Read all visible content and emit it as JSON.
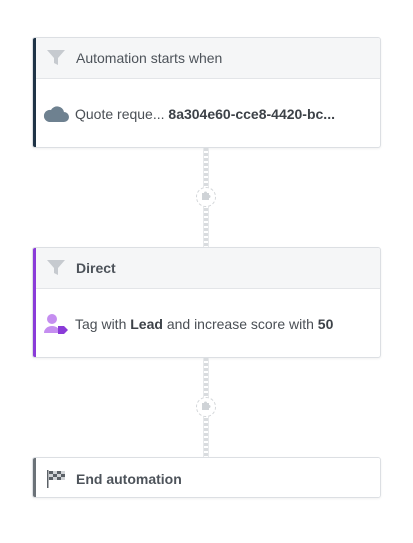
{
  "trigger": {
    "header": "Automation starts when",
    "source_prefix": "Quote reque...",
    "source_id": "8a304e60-cce8-4420-bc...",
    "icons": {
      "header": "filter-icon",
      "body": "cloud-icon"
    }
  },
  "action": {
    "header": "Direct",
    "text_1": "Tag with",
    "tag": "Lead",
    "text_2": "and increase score with",
    "score": "50",
    "icons": {
      "header": "filter-icon",
      "body": "user-tag-icon"
    }
  },
  "end": {
    "header": "End automation",
    "icon": "checkered-flag-icon"
  },
  "connectors": {
    "add_icon": "puzzle-plus-icon"
  },
  "colors": {
    "trigger_accent": "#1f3346",
    "action_accent": "#8a3bd8",
    "end_accent": "#6b7278",
    "cloud": "#6e8190",
    "user_tag": "#b06ee8"
  }
}
